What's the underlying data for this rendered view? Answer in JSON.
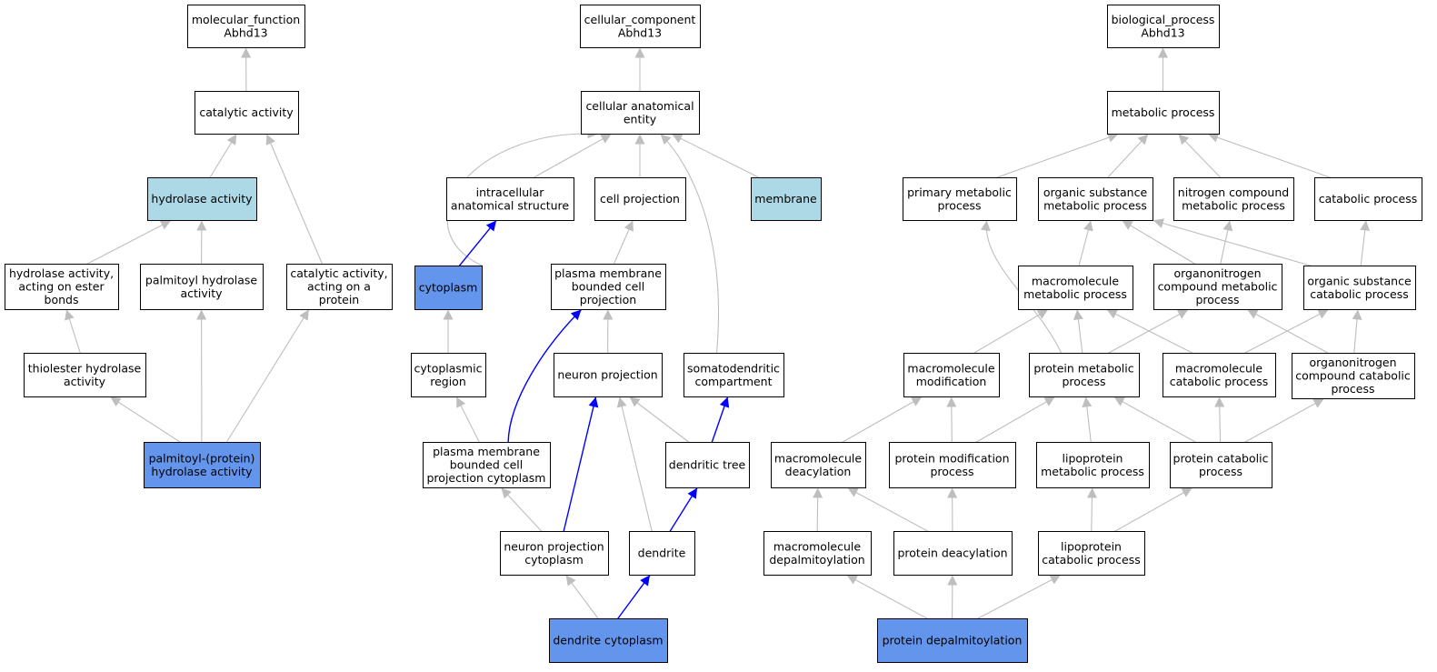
{
  "colors": {
    "highlight": "#6495ED",
    "related": "#ADD8E6",
    "default_fill": "#FFFFFF",
    "edge_default": "#BEBEBE",
    "edge_highlight": "#0000FF"
  },
  "nodes": [
    {
      "id": "mf",
      "lines": [
        "molecular_function",
        "Abhd13"
      ],
      "fill": "white"
    },
    {
      "id": "cat",
      "lines": [
        "catalytic activity"
      ],
      "fill": "white"
    },
    {
      "id": "hyd",
      "lines": [
        "hydrolase activity"
      ],
      "fill": "related"
    },
    {
      "id": "hydest",
      "lines": [
        "hydrolase activity,",
        "acting on ester",
        "bonds"
      ],
      "fill": "white"
    },
    {
      "id": "palhyd",
      "lines": [
        "palmitoyl hydrolase",
        "activity"
      ],
      "fill": "white"
    },
    {
      "id": "catprot",
      "lines": [
        "catalytic activity,",
        "acting on a",
        "protein"
      ],
      "fill": "white"
    },
    {
      "id": "thio",
      "lines": [
        "thiolester hydrolase",
        "activity"
      ],
      "fill": "white"
    },
    {
      "id": "palprot",
      "lines": [
        "palmitoyl-(protein)",
        "hydrolase activity"
      ],
      "fill": "highlight"
    },
    {
      "id": "cc",
      "lines": [
        "cellular_component",
        "Abhd13"
      ],
      "fill": "white"
    },
    {
      "id": "cae",
      "lines": [
        "cellular anatomical",
        "entity"
      ],
      "fill": "white"
    },
    {
      "id": "intra",
      "lines": [
        "intracellular",
        "anatomical structure"
      ],
      "fill": "white"
    },
    {
      "id": "cellproj",
      "lines": [
        "cell projection"
      ],
      "fill": "white"
    },
    {
      "id": "membrane",
      "lines": [
        "membrane"
      ],
      "fill": "related"
    },
    {
      "id": "cytoplasm",
      "lines": [
        "cytoplasm"
      ],
      "fill": "highlight"
    },
    {
      "id": "pmbcp",
      "lines": [
        "plasma membrane",
        "bounded cell",
        "projection"
      ],
      "fill": "white"
    },
    {
      "id": "cytreg",
      "lines": [
        "cytoplasmic",
        "region"
      ],
      "fill": "white"
    },
    {
      "id": "neuproj",
      "lines": [
        "neuron projection"
      ],
      "fill": "white"
    },
    {
      "id": "somato",
      "lines": [
        "somatodendritic",
        "compartment"
      ],
      "fill": "white"
    },
    {
      "id": "pmbcpc",
      "lines": [
        "plasma membrane",
        "bounded cell",
        "projection cytoplasm"
      ],
      "fill": "white"
    },
    {
      "id": "dtree",
      "lines": [
        "dendritic tree"
      ],
      "fill": "white"
    },
    {
      "id": "npc",
      "lines": [
        "neuron projection",
        "cytoplasm"
      ],
      "fill": "white"
    },
    {
      "id": "dendrite",
      "lines": [
        "dendrite"
      ],
      "fill": "white"
    },
    {
      "id": "dcyto",
      "lines": [
        "dendrite cytoplasm"
      ],
      "fill": "highlight"
    },
    {
      "id": "bp",
      "lines": [
        "biological_process",
        "Abhd13"
      ],
      "fill": "white"
    },
    {
      "id": "metab",
      "lines": [
        "metabolic process"
      ],
      "fill": "white"
    },
    {
      "id": "primmet",
      "lines": [
        "primary metabolic",
        "process"
      ],
      "fill": "white"
    },
    {
      "id": "orgsub",
      "lines": [
        "organic substance",
        "metabolic process"
      ],
      "fill": "white"
    },
    {
      "id": "nitro",
      "lines": [
        "nitrogen compound",
        "metabolic process"
      ],
      "fill": "white"
    },
    {
      "id": "catab",
      "lines": [
        "catabolic process"
      ],
      "fill": "white"
    },
    {
      "id": "macromet",
      "lines": [
        "macromolecule",
        "metabolic process"
      ],
      "fill": "white"
    },
    {
      "id": "orgnitro",
      "lines": [
        "organonitrogen",
        "compound metabolic",
        "process"
      ],
      "fill": "white"
    },
    {
      "id": "orgsubcat",
      "lines": [
        "organic substance",
        "catabolic process"
      ],
      "fill": "white"
    },
    {
      "id": "macromod",
      "lines": [
        "macromolecule",
        "modification"
      ],
      "fill": "white"
    },
    {
      "id": "protmet",
      "lines": [
        "protein metabolic",
        "process"
      ],
      "fill": "white"
    },
    {
      "id": "macrocat",
      "lines": [
        "macromolecule",
        "catabolic process"
      ],
      "fill": "white"
    },
    {
      "id": "orgnitrocat",
      "lines": [
        "organonitrogen",
        "compound catabolic",
        "process"
      ],
      "fill": "white"
    },
    {
      "id": "macrodeac",
      "lines": [
        "macromolecule",
        "deacylation"
      ],
      "fill": "white"
    },
    {
      "id": "protmod",
      "lines": [
        "protein modification",
        "process"
      ],
      "fill": "white"
    },
    {
      "id": "lipomet",
      "lines": [
        "lipoprotein",
        "metabolic process"
      ],
      "fill": "white"
    },
    {
      "id": "protcat",
      "lines": [
        "protein catabolic",
        "process"
      ],
      "fill": "white"
    },
    {
      "id": "macrodepal",
      "lines": [
        "macromolecule",
        "depalmitoylation"
      ],
      "fill": "white"
    },
    {
      "id": "protdeac",
      "lines": [
        "protein deacylation"
      ],
      "fill": "white"
    },
    {
      "id": "lipocat",
      "lines": [
        "lipoprotein",
        "catabolic process"
      ],
      "fill": "white"
    },
    {
      "id": "protdepal",
      "lines": [
        "protein depalmitoylation"
      ],
      "fill": "highlight"
    }
  ],
  "edges": [
    {
      "from": "cat",
      "to": "mf"
    },
    {
      "from": "hyd",
      "to": "cat"
    },
    {
      "from": "catprot",
      "to": "cat"
    },
    {
      "from": "hydest",
      "to": "hyd"
    },
    {
      "from": "palhyd",
      "to": "hyd"
    },
    {
      "from": "thio",
      "to": "hydest"
    },
    {
      "from": "palprot",
      "to": "thio"
    },
    {
      "from": "palprot",
      "to": "palhyd"
    },
    {
      "from": "palprot",
      "to": "catprot"
    },
    {
      "from": "cae",
      "to": "cc"
    },
    {
      "from": "intra",
      "to": "cae"
    },
    {
      "from": "cellproj",
      "to": "cae"
    },
    {
      "from": "membrane",
      "to": "cae"
    },
    {
      "from": "cytoplasm",
      "to": "cae"
    },
    {
      "from": "somato",
      "to": "cae"
    },
    {
      "from": "cytoplasm",
      "to": "intra",
      "highlight": true
    },
    {
      "from": "pmbcp",
      "to": "cellproj"
    },
    {
      "from": "cytreg",
      "to": "cytoplasm"
    },
    {
      "from": "neuproj",
      "to": "pmbcp"
    },
    {
      "from": "pmbcpc",
      "to": "cytreg"
    },
    {
      "from": "pmbcpc",
      "to": "pmbcp",
      "highlight": true
    },
    {
      "from": "dtree",
      "to": "neuproj"
    },
    {
      "from": "dtree",
      "to": "somato",
      "highlight": true
    },
    {
      "from": "npc",
      "to": "pmbcpc"
    },
    {
      "from": "npc",
      "to": "neuproj",
      "highlight": true
    },
    {
      "from": "dendrite",
      "to": "neuproj"
    },
    {
      "from": "dendrite",
      "to": "dtree",
      "highlight": true
    },
    {
      "from": "dcyto",
      "to": "npc"
    },
    {
      "from": "dcyto",
      "to": "dendrite",
      "highlight": true
    },
    {
      "from": "metab",
      "to": "bp"
    },
    {
      "from": "primmet",
      "to": "metab"
    },
    {
      "from": "orgsub",
      "to": "metab"
    },
    {
      "from": "nitro",
      "to": "metab"
    },
    {
      "from": "catab",
      "to": "metab"
    },
    {
      "from": "macromet",
      "to": "orgsub"
    },
    {
      "from": "orgnitro",
      "to": "orgsub"
    },
    {
      "from": "orgnitro",
      "to": "nitro"
    },
    {
      "from": "orgsubcat",
      "to": "orgsub"
    },
    {
      "from": "orgsubcat",
      "to": "catab"
    },
    {
      "from": "macromod",
      "to": "macromet"
    },
    {
      "from": "protmet",
      "to": "primmet"
    },
    {
      "from": "protmet",
      "to": "macromet"
    },
    {
      "from": "protmet",
      "to": "orgnitro"
    },
    {
      "from": "macrocat",
      "to": "macromet"
    },
    {
      "from": "macrocat",
      "to": "orgsubcat"
    },
    {
      "from": "orgnitrocat",
      "to": "orgnitro"
    },
    {
      "from": "orgnitrocat",
      "to": "orgsubcat"
    },
    {
      "from": "macrodeac",
      "to": "macromod"
    },
    {
      "from": "protmod",
      "to": "macromod"
    },
    {
      "from": "protmod",
      "to": "protmet"
    },
    {
      "from": "lipomet",
      "to": "protmet"
    },
    {
      "from": "protcat",
      "to": "protmet"
    },
    {
      "from": "protcat",
      "to": "macrocat"
    },
    {
      "from": "protcat",
      "to": "orgnitrocat"
    },
    {
      "from": "macrodepal",
      "to": "macrodeac"
    },
    {
      "from": "protdeac",
      "to": "macrodeac"
    },
    {
      "from": "protdeac",
      "to": "protmod"
    },
    {
      "from": "lipocat",
      "to": "lipomet"
    },
    {
      "from": "lipocat",
      "to": "protcat"
    },
    {
      "from": "protdepal",
      "to": "macrodepal"
    },
    {
      "from": "protdepal",
      "to": "protdeac"
    },
    {
      "from": "protdepal",
      "to": "lipocat"
    }
  ]
}
